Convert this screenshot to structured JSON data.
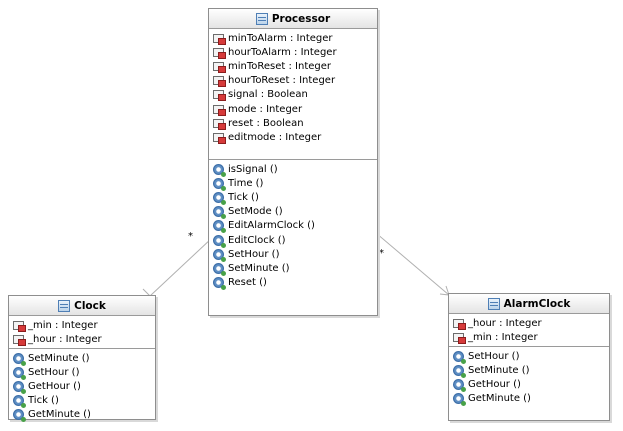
{
  "classes": {
    "processor": {
      "name": "Processor",
      "attributes": [
        "minToAlarm : Integer",
        "hourToAlarm : Integer",
        "minToReset : Integer",
        "hourToReset : Integer",
        "signal : Boolean",
        "mode : Integer",
        "reset : Boolean",
        "editmode : Integer"
      ],
      "operations": [
        "isSignal ()",
        "Time ()",
        "Tick ()",
        "SetMode ()",
        "EditAlarmClock ()",
        "EditClock ()",
        "SetHour ()",
        "SetMinute ()",
        "Reset ()"
      ]
    },
    "clock": {
      "name": "Clock",
      "attributes": [
        "_min : Integer",
        "_hour : Integer"
      ],
      "operations": [
        "SetMinute ()",
        "SetHour ()",
        "GetHour ()",
        "Tick ()",
        "GetMinute ()"
      ]
    },
    "alarmclock": {
      "name": "AlarmClock",
      "attributes": [
        "_hour : Integer",
        "_min : Integer"
      ],
      "operations": [
        "SetHour ()",
        "SetMinute ()",
        "GetHour ()",
        "GetMinute ()"
      ]
    }
  },
  "associations": {
    "processor_clock": {
      "multiplicity": "*"
    },
    "processor_alarmclock": {
      "multiplicity": "*"
    }
  },
  "colors": {
    "border": "#8e8e8e",
    "line": "#b0b0b0"
  }
}
